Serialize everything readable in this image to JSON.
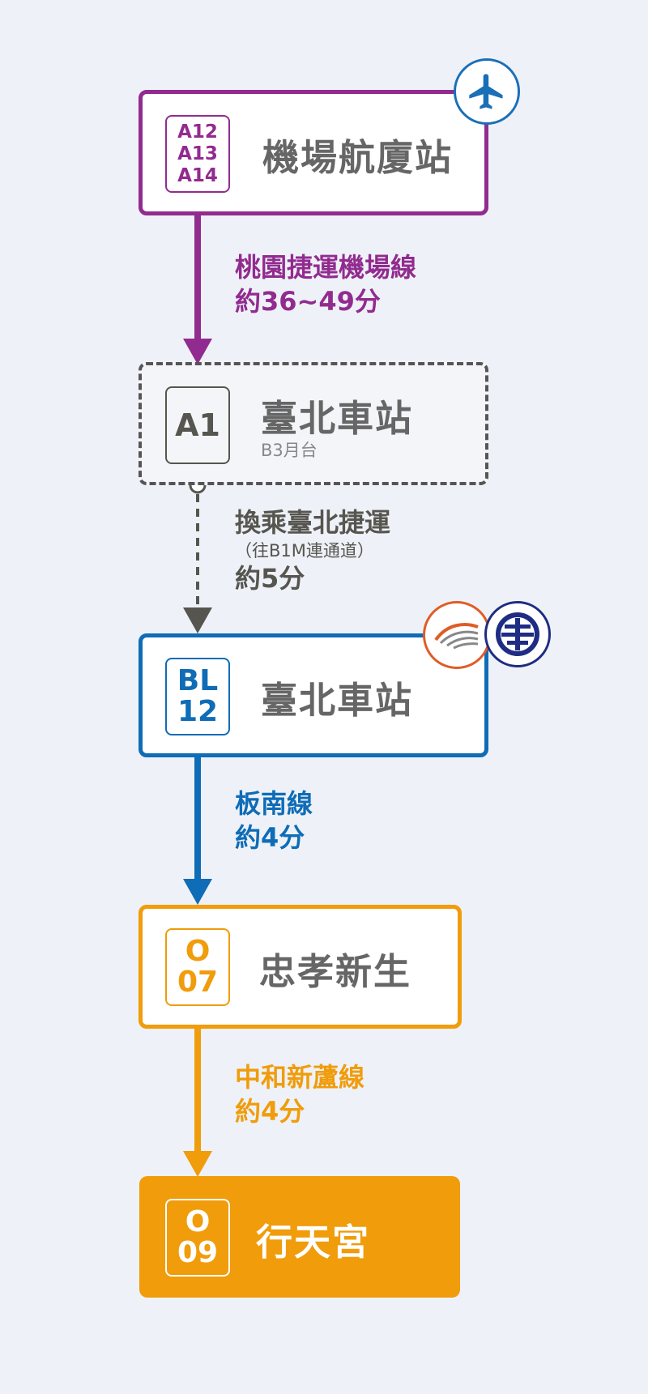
{
  "colors": {
    "airport": "#922b8f",
    "transfer": "#56554f",
    "bannan": "#0f6cb6",
    "zhonghe": "#f09c0b",
    "station_text": "#666666",
    "airport_icon": "#1a6fb8",
    "hsr": "#e05c26",
    "tra": "#1e2c84"
  },
  "stations": [
    {
      "id": "airport",
      "codes": [
        "A12",
        "A13",
        "A14"
      ],
      "name": "機場航廈站",
      "sub": ""
    },
    {
      "id": "taipei-a1",
      "codes": [
        "A1"
      ],
      "name": "臺北車站",
      "sub": "B3月台"
    },
    {
      "id": "taipei-bl12",
      "codes": [
        "BL",
        "12"
      ],
      "name": "臺北車站",
      "sub": ""
    },
    {
      "id": "zhongxiao",
      "codes": [
        "O",
        "07"
      ],
      "name": "忠孝新生",
      "sub": ""
    },
    {
      "id": "xingtian",
      "codes": [
        "O",
        "09"
      ],
      "name": "行天宮",
      "sub": ""
    }
  ],
  "routes": [
    {
      "id": "airport-line",
      "line": "桃園捷運機場線",
      "note": "",
      "time": "約36~49分"
    },
    {
      "id": "transfer",
      "line": "換乘臺北捷運",
      "note": "（往B1M連通道）",
      "time": "約5分"
    },
    {
      "id": "bannan-line",
      "line": "板南線",
      "note": "",
      "time": "約4分"
    },
    {
      "id": "zhonghe-line",
      "line": "中和新蘆線",
      "note": "",
      "time": "約4分"
    }
  ],
  "icons": [
    "airplane-icon",
    "hsr-logo-icon",
    "tra-logo-icon"
  ]
}
